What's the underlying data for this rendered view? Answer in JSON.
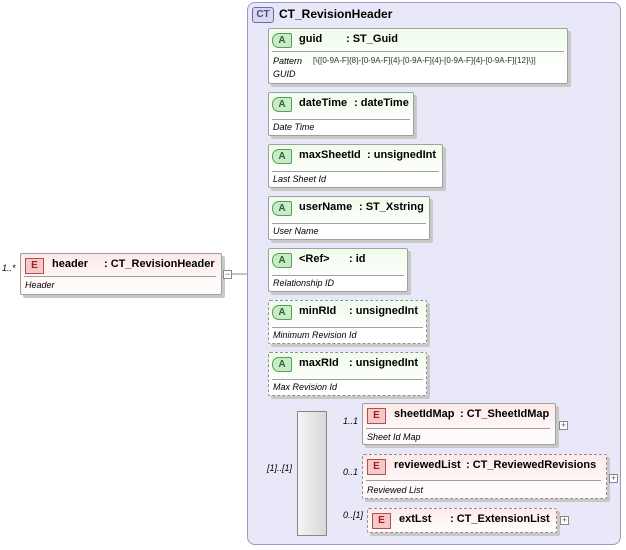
{
  "complex_type": {
    "badge": "CT",
    "name": "CT_RevisionHeader"
  },
  "root_element": {
    "badge": "E",
    "name": "header",
    "type": ": CT_RevisionHeader",
    "doc": "Header",
    "multiplicity": "1..*"
  },
  "attributes": [
    {
      "badge": "A",
      "name": "guid",
      "type": ": ST_Guid",
      "pattern_label": "Pattern",
      "pattern": "[\\{[0-9A-F]{8}-[0-9A-F]{4}-[0-9A-F]{4}-[0-9A-F]{4}-[0-9A-F]{12}\\}]",
      "doc": "GUID"
    },
    {
      "badge": "A",
      "name": "dateTime",
      "type": ": dateTime",
      "doc": "Date Time"
    },
    {
      "badge": "A",
      "name": "maxSheetId",
      "type": ": unsignedInt",
      "doc": "Last Sheet Id"
    },
    {
      "badge": "A",
      "name": "userName",
      "type": ": ST_Xstring",
      "doc": "User Name"
    },
    {
      "badge": "A",
      "name": "<Ref>",
      "type": ": id",
      "doc": "Relationship ID"
    },
    {
      "badge": "A",
      "name": "minRId",
      "type": ": unsignedInt",
      "doc": "Minimum Revision Id"
    },
    {
      "badge": "A",
      "name": "maxRId",
      "type": ": unsignedInt",
      "doc": "Max Revision Id"
    }
  ],
  "sequence": {
    "multiplicity": "[1]..[1]"
  },
  "children": [
    {
      "badge": "E",
      "name": "sheetIdMap",
      "type": ": CT_SheetIdMap",
      "doc": "Sheet Id Map",
      "multiplicity": "1..1"
    },
    {
      "badge": "E",
      "name": "reviewedList",
      "type": ": CT_ReviewedRevisions",
      "doc": "Reviewed List",
      "multiplicity": "0..1"
    },
    {
      "badge": "E",
      "name": "extLst",
      "type": ": CT_ExtensionList",
      "multiplicity": "0..[1]"
    }
  ]
}
